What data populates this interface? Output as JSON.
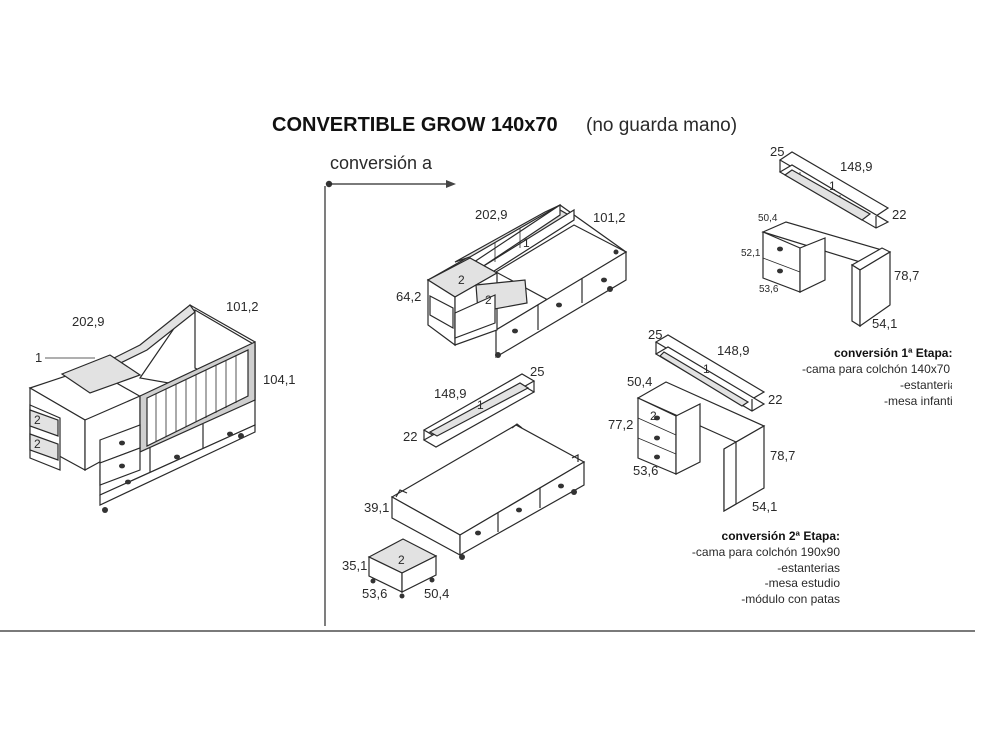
{
  "title": {
    "main": "CONVERTIBLE GROW 140x70",
    "sub": "(no guarda mano)"
  },
  "conversion_label": "conversión a",
  "original": {
    "dim_length": "202,9",
    "dim_depth": "101,2",
    "dim_height": "104,1",
    "module_ref": "1",
    "drawer_a": "2",
    "drawer_b": "2"
  },
  "stage1": {
    "bed": {
      "dim_length": "202,9",
      "dim_depth": "101,2",
      "dim_height": "64,2",
      "module_ref": "1",
      "box_a": "2",
      "box_b": "2"
    },
    "shelf": {
      "dim_height": "25",
      "dim_length": "148,9",
      "dim_depth": "22",
      "module_ref": "1"
    },
    "desk": {
      "dim_width": "50,4",
      "dim_drawer_h": "52,1",
      "dim_drawer_d": "53,6",
      "dim_height": "78,7",
      "dim_length": "54,1"
    },
    "caption": {
      "heading": "conversión 1ª Etapa:",
      "lines": [
        "-cama para colchón 140x70",
        "-estanterias",
        "-mesa infantil"
      ]
    }
  },
  "stage2": {
    "shelf": {
      "dim_height": "25",
      "dim_length": "148,9",
      "dim_depth": "22",
      "module_ref": "1"
    },
    "bed": {
      "dim_height": "39,1"
    },
    "module": {
      "ref": "2",
      "dim_height": "35,1",
      "dim_depth": "53,6",
      "dim_width": "50,4"
    },
    "desk": {
      "dim_height_top": "25",
      "dim_length_shelf": "148,9",
      "module_ref": "1",
      "dim_width": "50,4",
      "dim_shelf_depth": "22",
      "dim_drawer_h": "77,2",
      "dim_drawer_d": "53,6",
      "dim_height": "78,7",
      "dim_length": "54,1",
      "drawer_ref": "2"
    },
    "caption": {
      "heading": "conversión 2ª Etapa:",
      "lines": [
        "-cama para colchón 190x90",
        "-estanterias",
        "-mesa estudio",
        "-módulo con patas"
      ]
    }
  }
}
